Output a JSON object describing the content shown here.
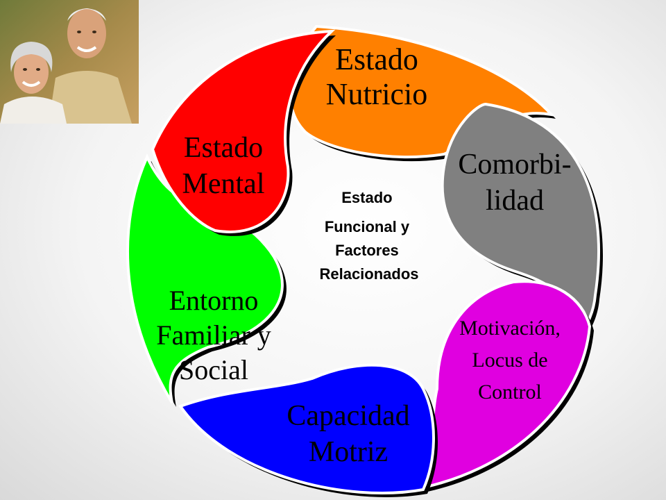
{
  "center": {
    "lines": [
      "Estado",
      "Funcional y",
      "Factores",
      "Relacionados"
    ]
  },
  "petals": [
    {
      "id": "nutricio",
      "lines": [
        "Estado",
        "Nutricio"
      ],
      "color": "#ff8000",
      "text_color": "#000000"
    },
    {
      "id": "comorbilidad",
      "lines": [
        "Comorbi-",
        "lidad"
      ],
      "color": "#808080",
      "text_color": "#000000"
    },
    {
      "id": "motivacion",
      "lines": [
        "Motivación,",
        "Locus de",
        "Control"
      ],
      "color": "#e000e0",
      "text_color": "#000000"
    },
    {
      "id": "capacidad",
      "lines": [
        "Capacidad",
        "Motriz"
      ],
      "color": "#0000ff",
      "text_color": "#000000"
    },
    {
      "id": "entorno",
      "lines": [
        "Entorno",
        "Familiar y",
        "Social"
      ],
      "color": "#00ff00",
      "text_color": "#000000"
    },
    {
      "id": "mental",
      "lines": [
        "Estado",
        "Mental"
      ],
      "color": "#ff0000",
      "text_color": "#000000"
    }
  ],
  "photo": {
    "icon": "elderly-couple-photo"
  }
}
